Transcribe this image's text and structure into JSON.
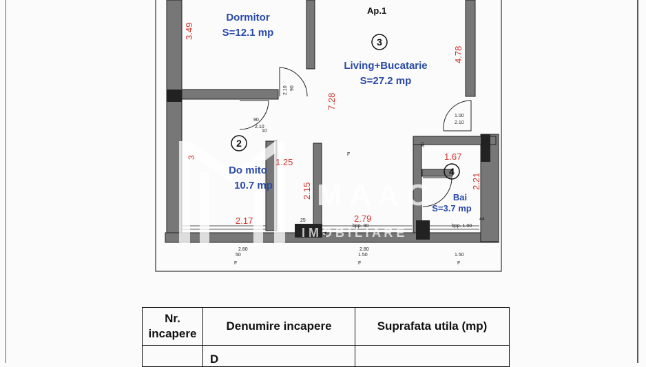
{
  "plan": {
    "apartment_label": "Ap.1",
    "rooms": [
      {
        "number": "",
        "name": "Dormitor",
        "area": "S=12.1 mp"
      },
      {
        "number": "3",
        "name": "Living+Bucatarie",
        "area": "S=27.2 mp"
      },
      {
        "number": "2",
        "name": "Do  mito",
        "area": "10.7 mp"
      },
      {
        "number": "4",
        "name": "Bai",
        "area": "S=3.7 mp"
      }
    ],
    "dimensions": {
      "d1": "3.49",
      "d2": "4.78",
      "d3": "7.28",
      "d4": "1.25",
      "d5": "2.15",
      "d6": "1.67",
      "d7": "2.21",
      "d8": "2.79",
      "d9": "2.17",
      "d10": "3"
    },
    "small_labels": {
      "s1": "90",
      "s2": "2.10",
      "s3": "90",
      "s4": "2.10",
      "s5": "1.00",
      "s6": "2.10",
      "s7": "30",
      "s8": "25",
      "s9": "44",
      "s10": "44",
      "s11": "bpp. 90",
      "s12": "bpp. 1.00",
      "s13": "2.80",
      "s14": "50",
      "s15": "2.80",
      "s16": "1.50",
      "s17": "1.50",
      "s18": "F",
      "s19": "F",
      "s20": "F",
      "s21": "F",
      "s22": "10"
    },
    "watermark": {
      "line1": "M A A C",
      "line2": "I M O B I L I A R E"
    }
  },
  "legend_table": {
    "headers": [
      "Nr.",
      "incapere",
      "Denumire incapere",
      "Suprafata utila (mp)"
    ],
    "partial_row_text": "D"
  }
}
